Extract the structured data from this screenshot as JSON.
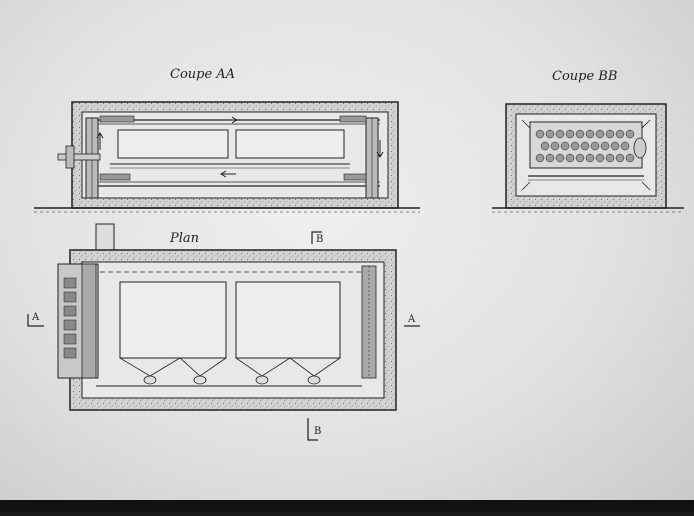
{
  "labels": {
    "coupe_aa": "Coupe AA",
    "coupe_bb": "Coupe BB",
    "plan": "Plan",
    "section_a_left": "A",
    "section_a_right": "A",
    "section_b_top": "B",
    "section_b_bottom": "B"
  },
  "colors": {
    "paper": "#e6e6e6",
    "ink": "#2a2a2a",
    "wall_fill": "#cfcfcf",
    "frame": "#1a1a1a"
  }
}
